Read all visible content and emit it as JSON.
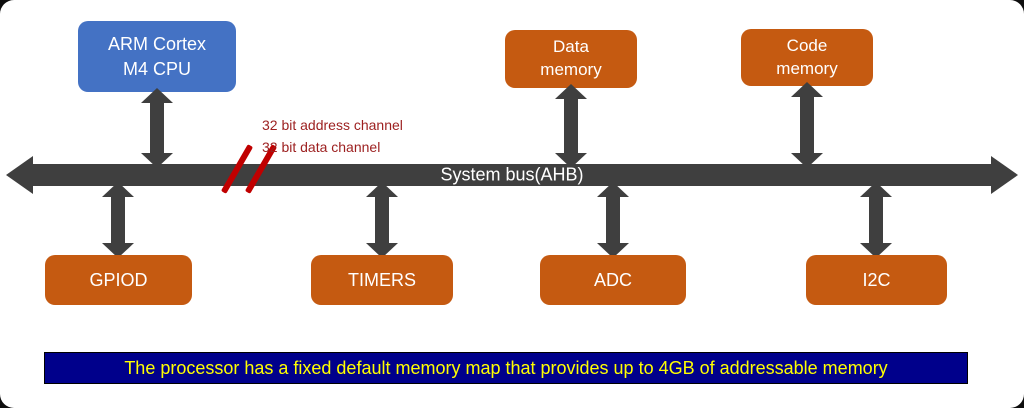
{
  "diagram": {
    "cpu_label": "ARM Cortex M4 CPU",
    "data_memory_label": "Data memory",
    "code_memory_label": "Code memory",
    "bus_label": "System bus(AHB)",
    "annotation_address": "32 bit address channel",
    "annotation_data": "32 bit data channel",
    "peripherals": [
      {
        "label": "GPIOD"
      },
      {
        "label": "TIMERS"
      },
      {
        "label": "ADC"
      },
      {
        "label": "I2C"
      }
    ],
    "caption": "The processor has a fixed default memory map that provides up to 4GB of addressable memory"
  },
  "colors": {
    "cpu_box": "#4472C4",
    "device_box": "#C55A11",
    "bus": "#3F3F3F",
    "annotation": "#9C1F1F",
    "caption_bg": "#00008B",
    "caption_text": "#FFFF00"
  }
}
